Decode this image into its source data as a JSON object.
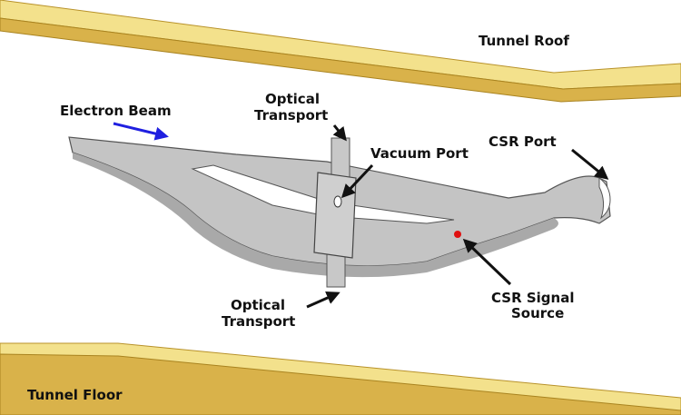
{
  "labels": {
    "tunnel_roof": "Tunnel Roof",
    "tunnel_floor": "Tunnel Floor",
    "electron_beam": "Electron Beam",
    "optical_transport_top_line1": "Optical",
    "optical_transport_top_line2": "Transport",
    "optical_transport_bottom_line1": "Optical",
    "optical_transport_bottom_line2": "Transport",
    "vacuum_port": "Vacuum Port",
    "csr_port": "CSR Port",
    "csr_signal_source_line1": "CSR Signal",
    "csr_signal_source_line2": "Source"
  },
  "colors": {
    "slab_top": "#f3e18c",
    "slab_side": "#d9b24a",
    "chamber_fill": "#c4c4c4",
    "chamber_edge": "#555555",
    "beam_arrow": "#1f1fe0",
    "signal_dot": "#e01010",
    "arrow": "#111111"
  }
}
